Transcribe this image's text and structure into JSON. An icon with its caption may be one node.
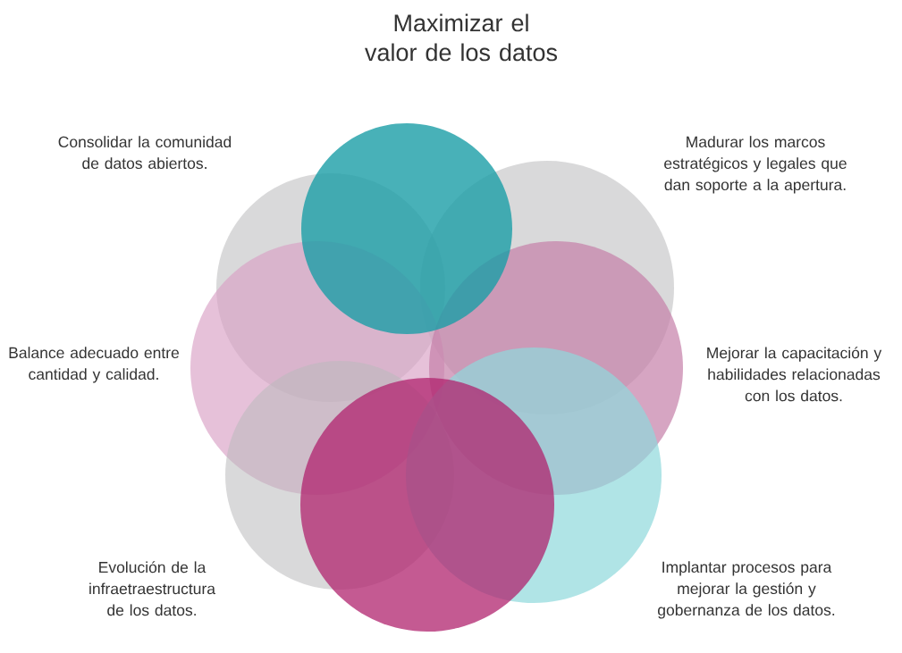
{
  "diagram": {
    "title": "Maximizar el valor de los datos",
    "labels": [
      "Consolidar la comunidad de datos abiertos.",
      "Madurar los marcos estratégicos y legales que dan soporte a la apertura.",
      "Balance adecuado entre cantidad y calidad.",
      "Mejorar la capacitación y habilidades relacionadas con los datos.",
      "Evolución de la infraetraestructura de los datos.",
      "Implantar procesos para mejorar la gestión y gobernanza de los datos."
    ]
  }
}
